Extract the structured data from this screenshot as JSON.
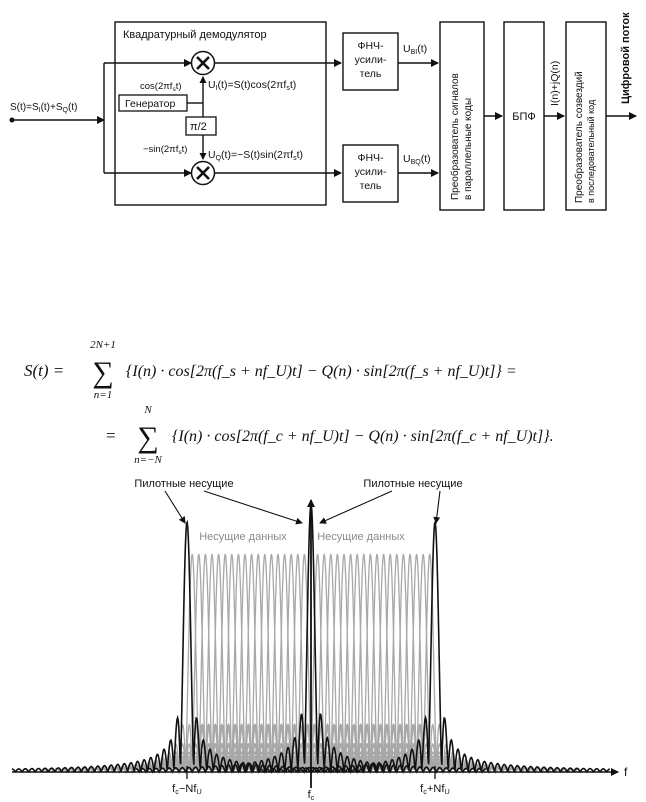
{
  "block_diagram": {
    "demod_title": "Квадратурный демодулятор",
    "input_label": "S(t)=S",
    "input_sub1": "I",
    "input_mid": "(t)+S",
    "input_sub2": "Q",
    "input_end": "(t)",
    "generator": "Генератор",
    "cos_label": "cos(2πf",
    "cos_sub": "s",
    "cos_end": "t)",
    "sin_label": "−sin(2πf",
    "sin_sub": "s",
    "sin_end": "t)",
    "phase_shift": "π/2",
    "ui_label": "U",
    "ui_sub": "I",
    "ui_expr": "(t)=S(t)cos(2πf",
    "ui_sub2": "s",
    "ui_end": "t)",
    "uq_label": "U",
    "uq_sub": "Q",
    "uq_expr": "(t)=−S(t)sin(2πf",
    "uq_sub2": "s",
    "uq_end": "t)",
    "lpf_line1": "ФНЧ-",
    "lpf_line2": "усили-",
    "lpf_line3": "тель",
    "ubi_label": "U",
    "ubi_sub": "BI",
    "ubi_end": "(t)",
    "ubq_label": "U",
    "ubq_sub": "BQ",
    "ubq_end": "(t)",
    "converter_line1": "Преобразователь сигналов",
    "converter_line2": "в параллельные коды",
    "fft": "БПФ",
    "iq_label": "I(n)+jQ(n)",
    "constellation_line1": "Преобразователь созвездий",
    "constellation_line2": "в последовательный код",
    "digital_stream": "Цифровой поток"
  },
  "equation": {
    "line1": {
      "lhs": "S(t) =",
      "sum_upper": "2N+1",
      "sum_lower": "n=1",
      "body": "{I(n) · cos[2π(f_s + nf_U)t] − Q(n) · sin[2π(f_s + nf_U)t]} ="
    },
    "line2": {
      "lhs": "=",
      "sum_upper": "N",
      "sum_lower": "n=−N",
      "body": "{I(n) · cos[2π(f_c + nf_U)t] − Q(n) · sin[2π(f_c + nf_U)t]}."
    }
  },
  "spectrum": {
    "pilot_label_left": "Пилотные несущие",
    "pilot_label_right": "Пилотные несущие",
    "data_label_left": "Несущие данных",
    "data_label_right": "Несущие данных",
    "axis_label": "f",
    "tick_left": "f",
    "tick_left_sub": "c",
    "tick_left_rest": "−Nf",
    "tick_left_sub2": "U",
    "tick_center": "f",
    "tick_center_sub": "c",
    "tick_right": "f",
    "tick_right_sub": "c",
    "tick_right_rest": "+Nf",
    "tick_right_sub2": "U",
    "colors": {
      "data_carriers": "#a8a8a8",
      "pilot_carriers": "#111111"
    }
  }
}
